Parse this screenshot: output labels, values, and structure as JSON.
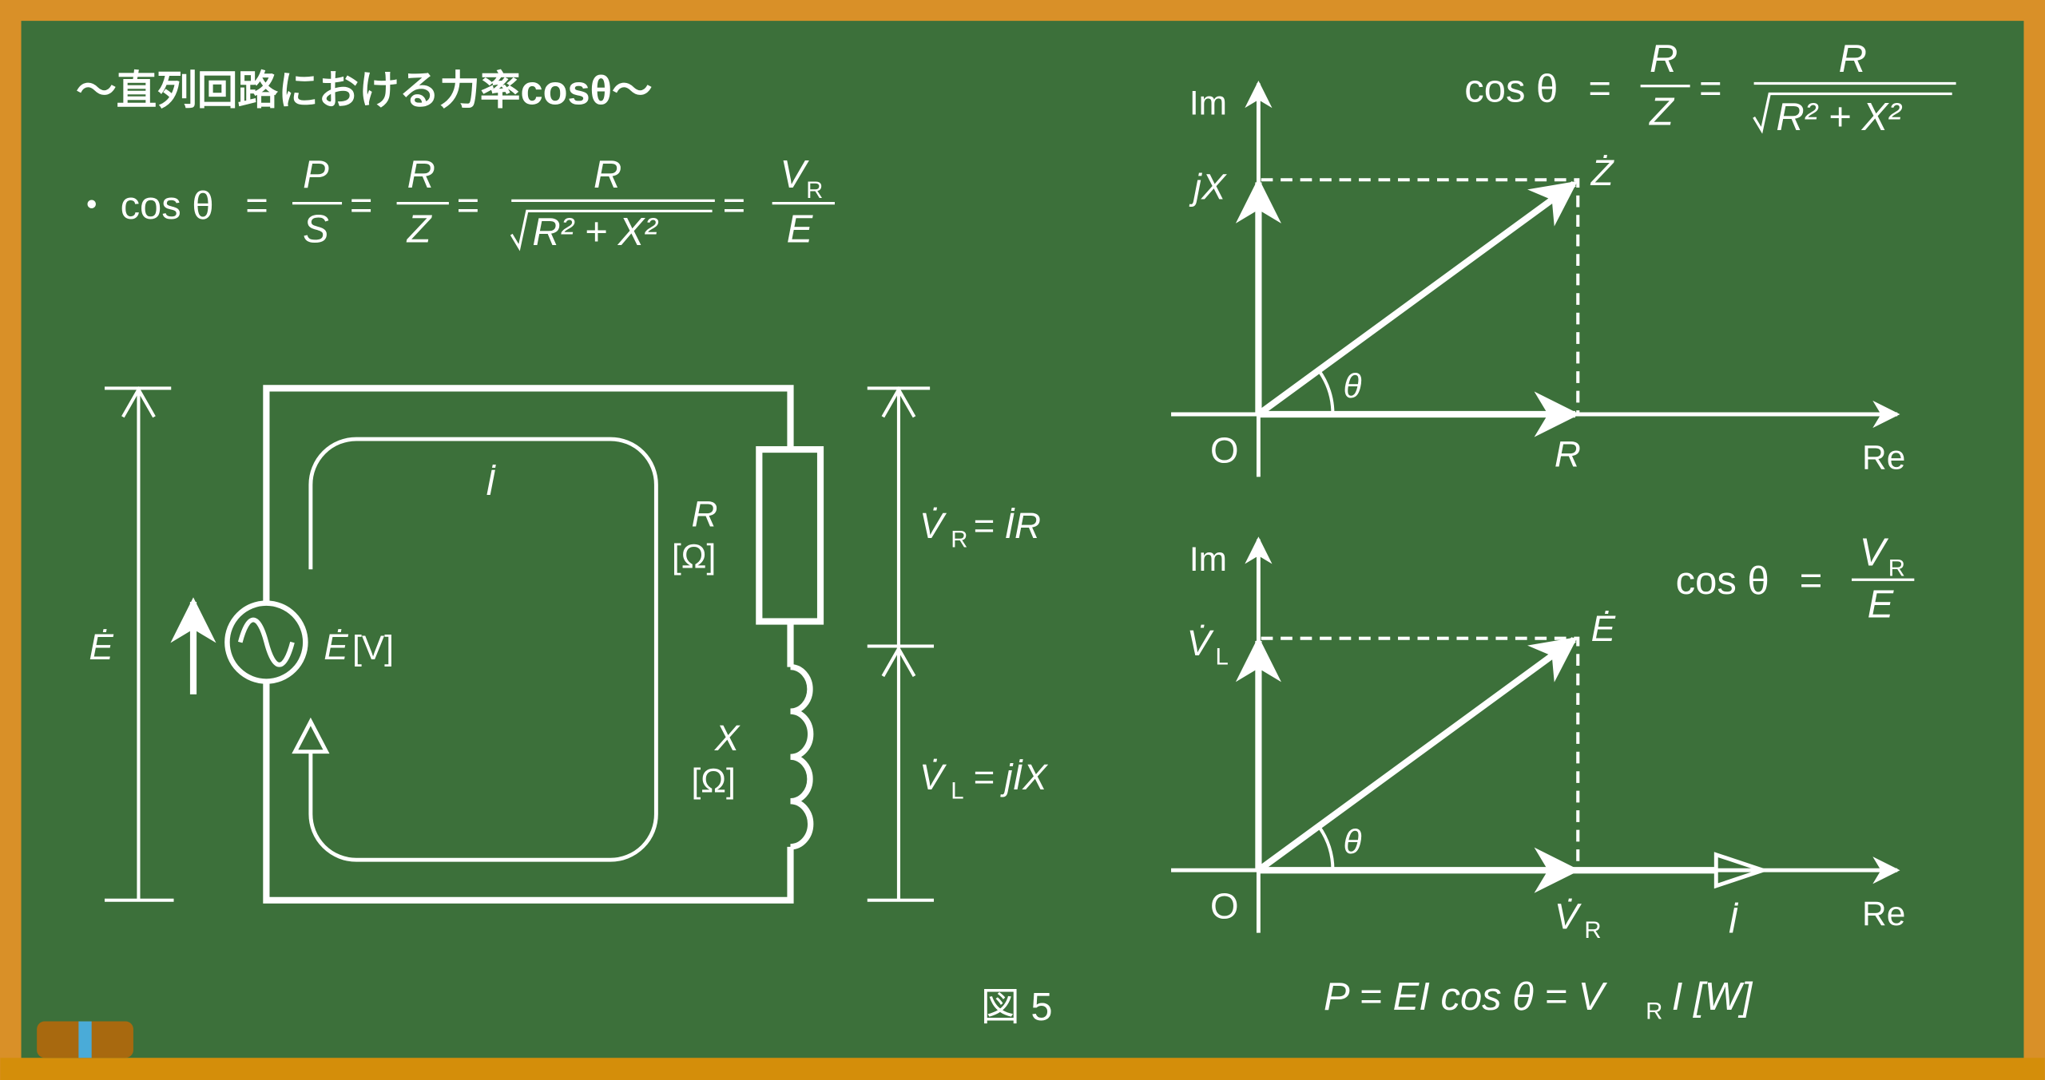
{
  "colors": {
    "frame": "#D99028",
    "frame_bottom": "#D48E0A",
    "board": "#3C703A",
    "chalk": "#FFFFFF",
    "eraser": "#A8690F",
    "eraser_stripe": "#4AABD8"
  },
  "title": "〜直列回路における力率cosθ〜",
  "main_formula": {
    "bullet": "・",
    "lhs": "cos θ",
    "eq": "=",
    "f1_num": "P",
    "f1_den": "S",
    "f2_num": "R",
    "f2_den": "Z",
    "f3_num": "R",
    "f3_den": "R² + X²",
    "f4_num": "V",
    "f4_num_sub": "R",
    "f4_den": "E"
  },
  "circuit": {
    "source_label": "Ė",
    "source_unit": "[V]",
    "voltage_label": "Ė",
    "current_label": "İ",
    "resistor_label": "R",
    "resistor_unit": "[Ω]",
    "inductor_label": "X",
    "inductor_unit": "[Ω]",
    "vr_eq": {
      "v": "V̇",
      "sub": "R",
      "rest": "= İR"
    },
    "vl_eq": {
      "v": "V̇",
      "sub": "L",
      "rest": "= jİX"
    }
  },
  "figure_label": "図 5",
  "impedance_diagram": {
    "axis_im": "Im",
    "axis_re": "Re",
    "origin": "O",
    "jx_label": "jX",
    "r_label": "R",
    "z_label": "Ż",
    "angle": "θ",
    "formula": {
      "lhs": "cos θ",
      "eq": "=",
      "f1_num": "R",
      "f1_den": "Z",
      "f2_num": "R",
      "f2_den": "R² + X²"
    }
  },
  "voltage_diagram": {
    "axis_im": "Im",
    "axis_re": "Re",
    "origin": "O",
    "vl_label": "V̇",
    "vl_sub": "L",
    "vr_label": "V̇",
    "vr_sub": "R",
    "e_label": "Ė",
    "i_label": "İ",
    "angle": "θ",
    "formula": {
      "lhs": "cos θ",
      "eq": "=",
      "num": "V",
      "num_sub": "R",
      "den": "E"
    }
  },
  "power_formula": {
    "text": "P = EI cos θ = V",
    "sub": "R",
    "tail": "I  [W]"
  }
}
